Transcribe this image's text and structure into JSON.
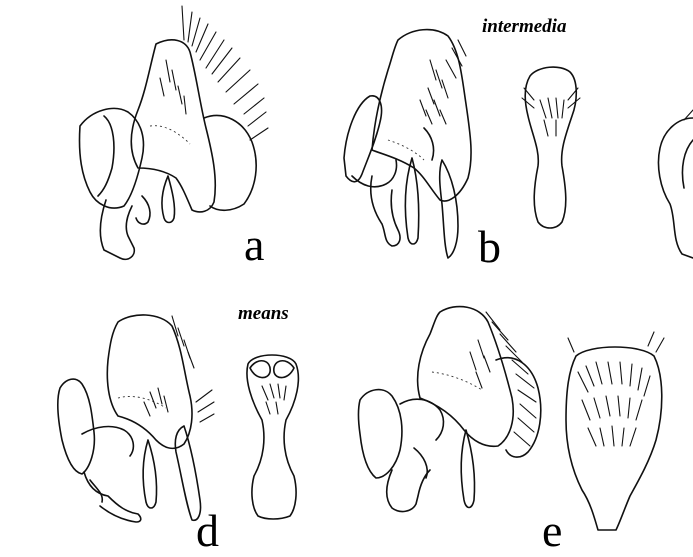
{
  "figure": {
    "panels": [
      {
        "id": "a",
        "label": "a",
        "species": ""
      },
      {
        "id": "b",
        "label": "b",
        "species": "intermedia"
      },
      {
        "id": "d",
        "label": "d",
        "species": "means"
      },
      {
        "id": "e",
        "label": "e",
        "species": ""
      }
    ],
    "stroke_color": "#111111",
    "background_color": "#ffffff"
  }
}
